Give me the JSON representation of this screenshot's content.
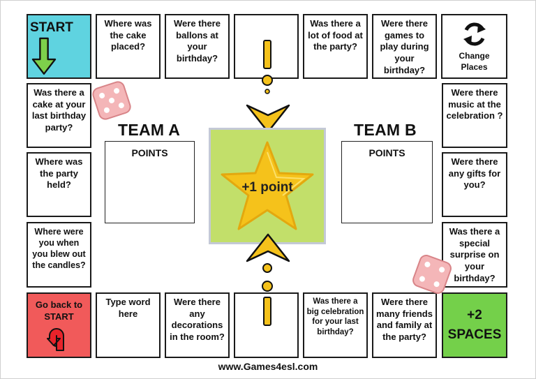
{
  "board": {
    "start": {
      "label": "START"
    },
    "change_places": {
      "label": "Change Places"
    },
    "go_back": {
      "label": "Go back to START"
    },
    "plus_two": {
      "label": "+2 SPACES"
    },
    "top_row": [
      "Where was the cake placed?",
      "Were there ballons at your birthday?",
      "",
      "Was there a lot of food at the party?",
      "Were there games to play during your birthday?"
    ],
    "left_col": [
      "Was there a cake at your last birthday party?",
      "Where was the party held?",
      "Where were you when you blew out the candles?"
    ],
    "right_col": [
      "Were there music at the celebration ?",
      "Were there any gifts for you?",
      "Was there a special surprise on your birthday?"
    ],
    "bottom_row": [
      "Type word here",
      "Were there any decorations in the room?",
      "",
      "Was there a big celebration for your last birthday?",
      "Were there many friends and family at the party?"
    ]
  },
  "team_a": {
    "name": "TEAM A",
    "points_label": "POINTS"
  },
  "team_b": {
    "name": "TEAM B",
    "points_label": "POINTS"
  },
  "center": {
    "label": "+1 point"
  },
  "footer": {
    "text": "www.Games4esl.com"
  },
  "colors": {
    "start": "#5fd3e0",
    "change": "#ffffff",
    "go_back": "#f15a5a",
    "plus_two": "#74d04a",
    "center": "#c2df6a",
    "star": "#f5c21b",
    "dice": "#f4b6b8"
  },
  "icons": [
    "arrow-down-icon",
    "refresh-icon",
    "u-turn-arrow-icon",
    "star-icon",
    "dice-icon",
    "chevron-arrow-icon"
  ]
}
